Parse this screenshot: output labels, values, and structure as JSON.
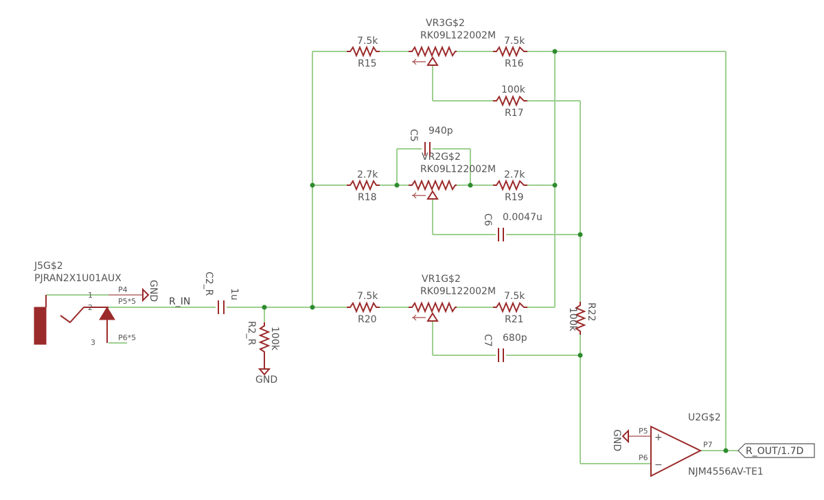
{
  "components": {
    "vr3": {
      "name": "VR3G$2",
      "value": "RK09L122002M"
    },
    "vr2": {
      "name": "VR2G$2",
      "value": "RK09L122002M"
    },
    "vr1": {
      "name": "VR1G$2",
      "value": "RK09L122002M"
    },
    "r15": {
      "name": "R15",
      "value": "7.5k"
    },
    "r16": {
      "name": "R16",
      "value": "7.5k"
    },
    "r17": {
      "name": "R17",
      "value": "100k"
    },
    "r18": {
      "name": "R18",
      "value": "2.7k"
    },
    "r19": {
      "name": "R19",
      "value": "2.7k"
    },
    "r20": {
      "name": "R20",
      "value": "7.5k"
    },
    "r21": {
      "name": "R21",
      "value": "7.5k"
    },
    "r22": {
      "name": "R22",
      "value": "100k"
    },
    "r2": {
      "name": "R2_R",
      "value": "100k"
    },
    "c5": {
      "name": "C5",
      "value": "940p"
    },
    "c6": {
      "name": "C6",
      "value": "0.0047u"
    },
    "c7": {
      "name": "C7",
      "value": "680p"
    },
    "c2": {
      "name": "C2_R",
      "value": "1u"
    },
    "j5": {
      "name": "J5G$2",
      "value": "PJRAN2X1U01AUX",
      "pins": {
        "p1": "1",
        "p2": "2",
        "p3": "3",
        "p4": "P4",
        "p5": "P5*5",
        "p6": "P6*5"
      }
    },
    "u2": {
      "name": "U2G$2",
      "value": "NJM4556AV-TE1",
      "pins": {
        "p5": "P5",
        "p6": "P6",
        "p7": "P7"
      },
      "plus": "+",
      "minus": "−"
    }
  },
  "nets": {
    "gnd_j5": "GND",
    "gnd_r2": "GND",
    "gnd_u2": "GND",
    "r_in": "R_IN",
    "r_out": "R_OUT/1.7D"
  },
  "colors": {
    "wire": "#9ccf8f",
    "component": "#9b2a2a",
    "junction": "#2e8b2e",
    "text": "#555555"
  }
}
